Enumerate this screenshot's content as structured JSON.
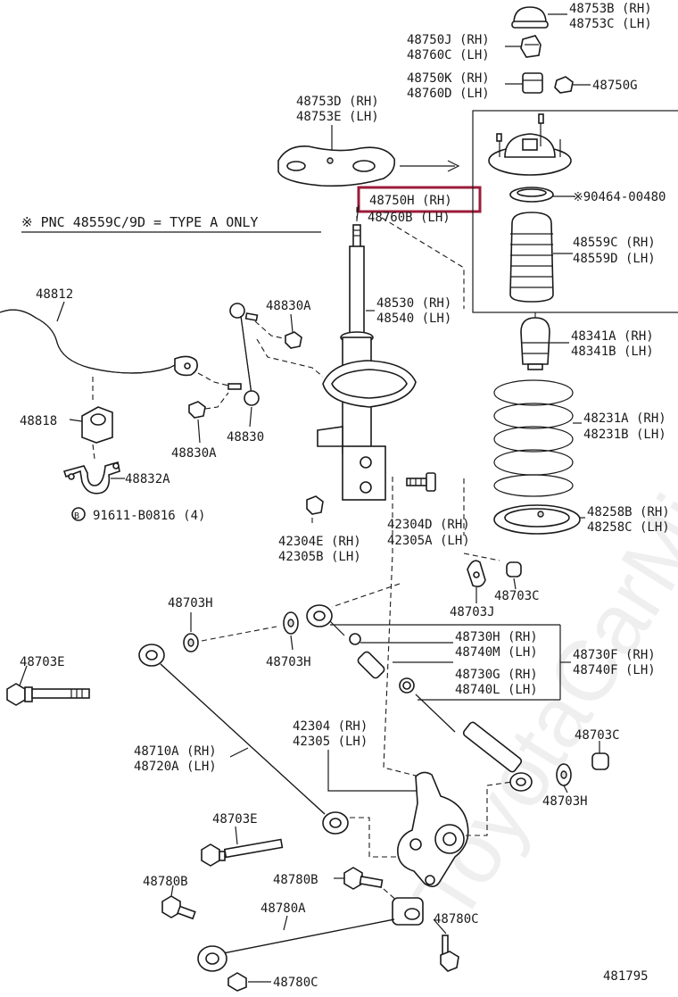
{
  "note": "※ PNC 48559C/9D = TYPE A ONLY",
  "watermark": "ToyotaCarMir.ru",
  "diagram_id": "481795",
  "highlight_color": "#9b1b3a",
  "circled_b": "B",
  "labels": {
    "l48753b": "48753B (RH)",
    "l48753c": "48753C (LH)",
    "l48750j": "48750J (RH)",
    "l48760c": "48760C (LH)",
    "l48750k": "48750K (RH)",
    "l48760d": "48760D (LH)",
    "l48750g": "48750G",
    "l48753d": "48753D (RH)",
    "l48753e": "48753E (LH)",
    "l48750h": "48750H (RH)",
    "l48760b": "48760B (LH)",
    "l90464": "※90464-00480",
    "l48559c": "48559C (RH)",
    "l48559d": "48559D (LH)",
    "l48812": "48812",
    "l48830a_top": "48830A",
    "l48530": "48530 (RH)",
    "l48540": "48540 (LH)",
    "l48341a": "48341A (RH)",
    "l48341b": "48341B (LH)",
    "l48818": "48818",
    "l48830": "48830",
    "l48830a_bot": "48830A",
    "l48231a": "48231A (RH)",
    "l48231b": "48231B (LH)",
    "l48832a": "48832A",
    "l91611": "91611-B0816 (4)",
    "l48258b": "48258B (RH)",
    "l48258c": "48258C (LH)",
    "l42304d": "42304D (RH)",
    "l42305a": "42305A (LH)",
    "l42304e": "42304E (RH)",
    "l42305b": "42305B (LH)",
    "l48703c_top": "48703C",
    "l48703j": "48703J",
    "l48703h_left": "48703H",
    "l48703h_mid": "48703H",
    "l48730h": "48730H (RH)",
    "l48740m": "48740M (LH)",
    "l48730f": "48730F (RH)",
    "l48740f": "48740F (LH)",
    "l48730g": "48730G (RH)",
    "l48740l": "48740L (LH)",
    "l48703e_left": "48703E",
    "l48703c_right": "48703C",
    "l42304": "42304 (RH)",
    "l42305": "42305 (LH)",
    "l48710a": "48710A (RH)",
    "l48720a": "48720A (LH)",
    "l48703h_right": "48703H",
    "l48703e_mid": "48703E",
    "l48780b_left": "48780B",
    "l48780b_mid": "48780B",
    "l48780a": "48780A",
    "l48780c_right": "48780C",
    "l48780c_bot": "48780C"
  }
}
